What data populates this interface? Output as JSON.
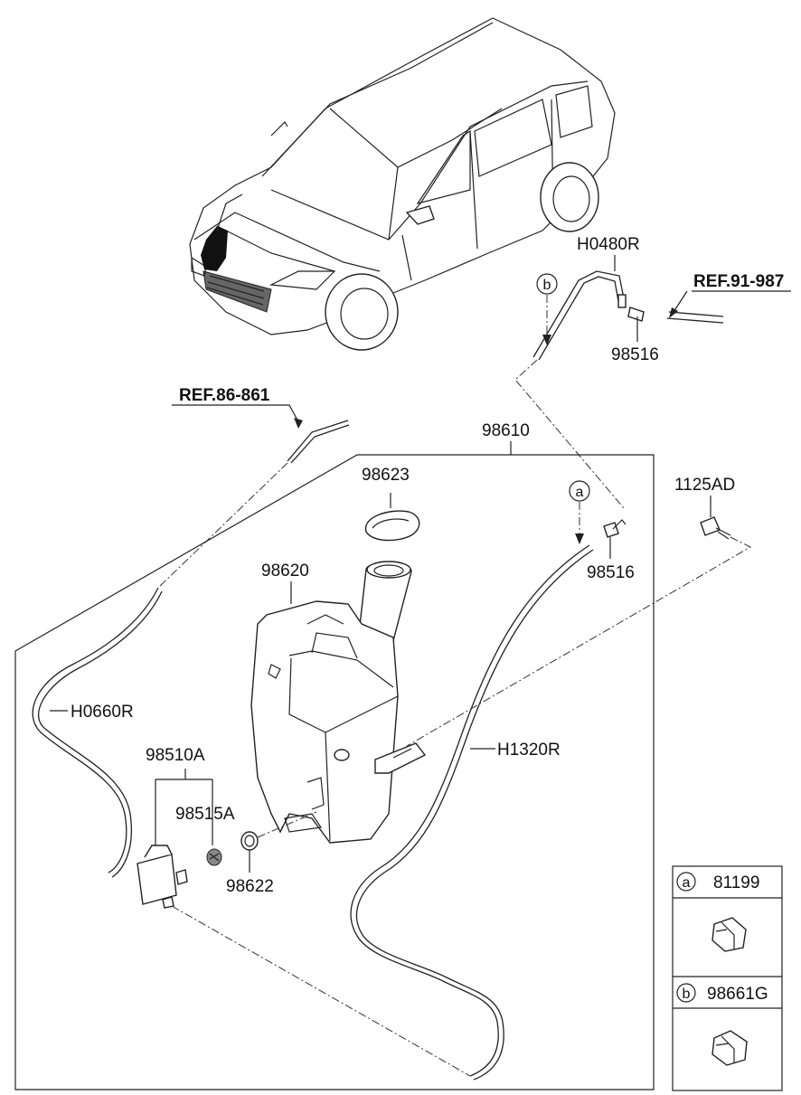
{
  "labels": {
    "h0480r": "H0480R",
    "ref_91_987": "REF.91-987",
    "b_marker": "b",
    "p98516_top": "98516",
    "ref_86_861": "REF.86-861",
    "p98610": "98610",
    "p98623": "98623",
    "a_marker": "a",
    "p1125ad": "1125AD",
    "p98620": "98620",
    "p98516_mid": "98516",
    "h0660r": "H0660R",
    "h1320r": "H1320R",
    "p98510a": "98510A",
    "p98515a": "98515A",
    "p98622": "98622"
  },
  "legend": {
    "rows": [
      {
        "marker": "a",
        "part": "81199"
      },
      {
        "marker": "b",
        "part": "98661G"
      }
    ]
  }
}
